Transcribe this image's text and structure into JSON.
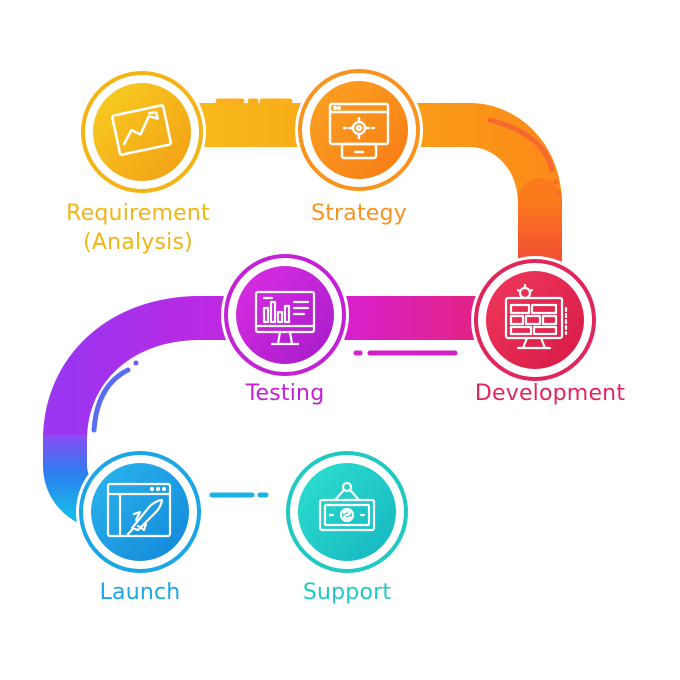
{
  "steps": [
    {
      "id": "requirement",
      "label_line1": "Requirement",
      "label_line2": "(Analysis)",
      "icon": "growth-chart-icon",
      "color": "#f2b514"
    },
    {
      "id": "strategy",
      "label_line1": "Strategy",
      "icon": "browser-gear-icon",
      "color": "#f9931e"
    },
    {
      "id": "development",
      "label_line1": "Development",
      "icon": "monitor-layout-gear-icon",
      "color": "#e0265a"
    },
    {
      "id": "testing",
      "label_line1": "Testing",
      "icon": "monitor-bar-chart-icon",
      "color": "#c421d6"
    },
    {
      "id": "launch",
      "label_line1": "Launch",
      "icon": "browser-rocket-icon",
      "color": "#1ba6e6"
    },
    {
      "id": "support",
      "label_line1": "Support",
      "icon": "money-support-icon",
      "color": "#1fc9c4"
    }
  ]
}
